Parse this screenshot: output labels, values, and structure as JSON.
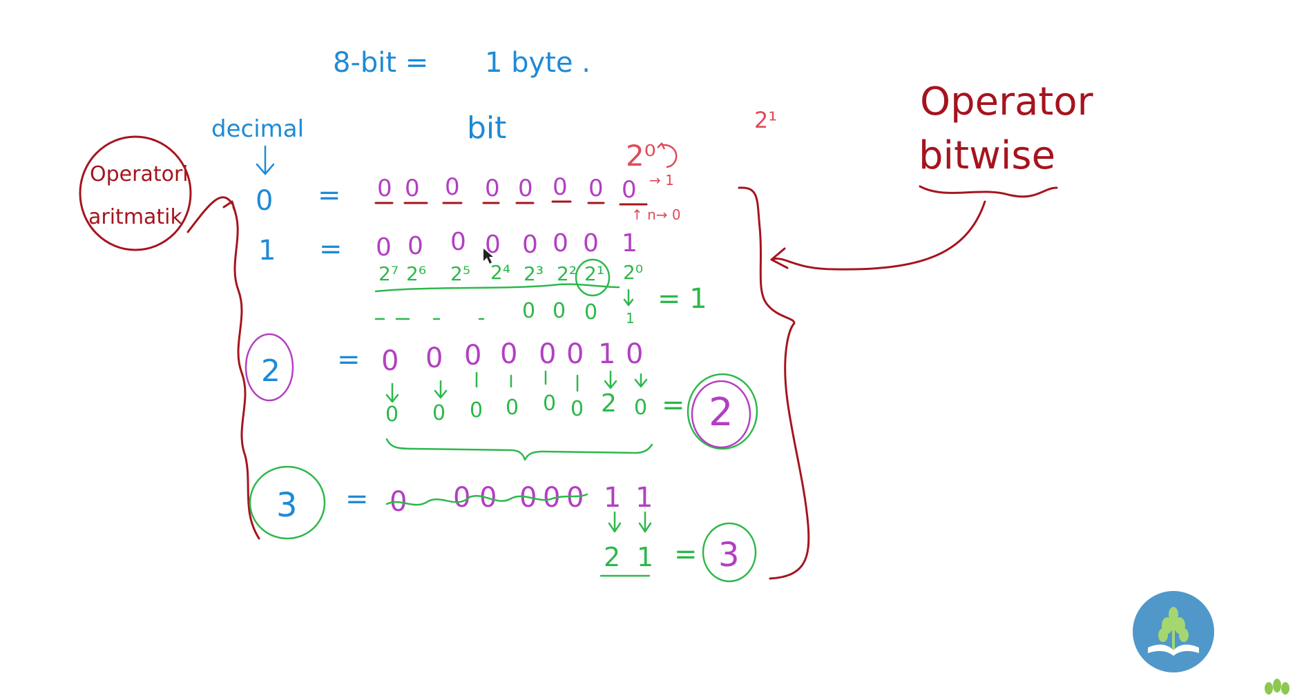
{
  "title": {
    "left": "8-bit =",
    "right": "1 byte ."
  },
  "labels": {
    "decimal": "decimal",
    "bit": "bit",
    "arith_1": "Operatori",
    "arith_2": "aritmatik",
    "bitwise_1": "Operator",
    "bitwise_2": "bitwise",
    "power_red": "2¹",
    "power_top": "2⁰"
  },
  "rows": [
    {
      "decimal": "0",
      "equals": "=",
      "bits": [
        "0",
        "0",
        "0",
        "0",
        "0",
        "0",
        "0",
        "0"
      ],
      "extra": [
        "→ 1",
        "↑ n→ 0"
      ]
    },
    {
      "decimal": "1",
      "equals": "=",
      "bits": [
        "0",
        "0",
        "0",
        "0",
        "0",
        "0",
        "0",
        "1"
      ],
      "powers": [
        "2⁷",
        "2⁶",
        "2⁵",
        "2⁴",
        "2³",
        "2²",
        "2¹",
        "2⁰"
      ],
      "partial": [
        "0",
        "0",
        "0",
        "1"
      ],
      "result": "= 1"
    },
    {
      "decimal": "2",
      "equals": "=",
      "bits": [
        "0",
        "0",
        "0",
        "0",
        "0",
        "0",
        "1",
        "0"
      ],
      "values": [
        "0",
        "0",
        "0",
        "0",
        "0",
        "0",
        "2",
        "0"
      ],
      "result": "=",
      "result_value": "2"
    },
    {
      "decimal": "3",
      "equals": "=",
      "bits": [
        "0",
        "0",
        "0",
        "0",
        "0",
        "0",
        "1",
        "1"
      ],
      "values": [
        "2",
        "1"
      ],
      "result": "=",
      "result_value": "3"
    }
  ],
  "colors": {
    "blue": "#1e8ad6",
    "purple": "#b23fc2",
    "green": "#2cb84a",
    "red": "#a5141e",
    "pink": "#e04a58",
    "logo": "#4f98c9"
  },
  "icons": {
    "logo": "book-plant-logo-icon",
    "corner": "leaf-icon",
    "cursor": "mouse-cursor-icon"
  }
}
